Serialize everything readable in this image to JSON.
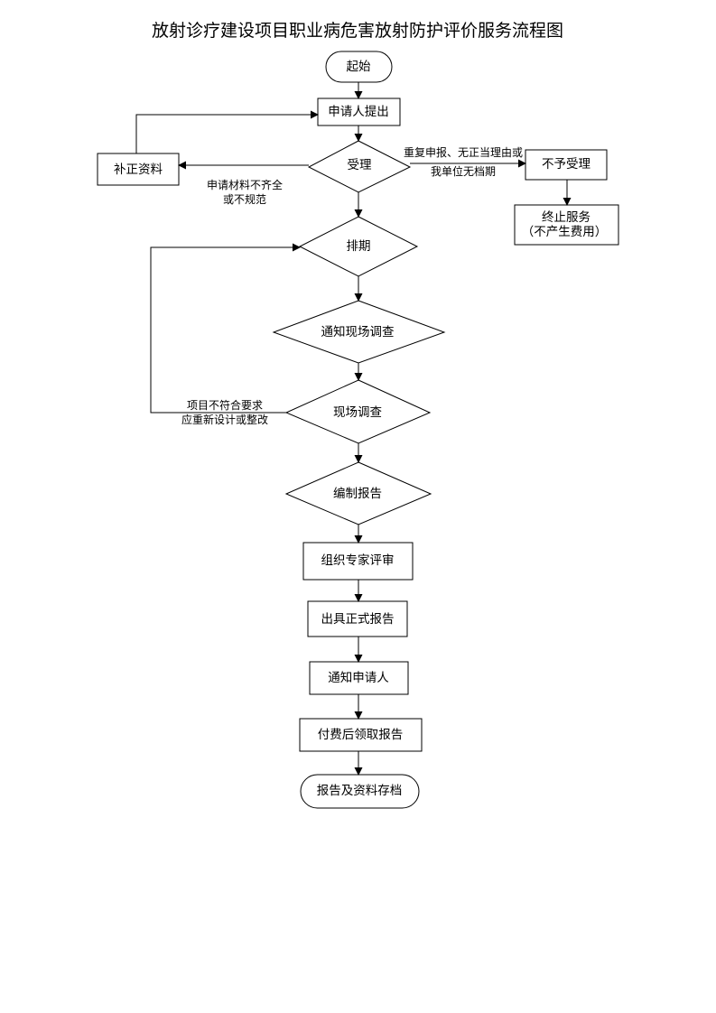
{
  "title": "放射诊疗建设项目职业病危害放射防护评价服务流程图",
  "nodes": {
    "start": "起始",
    "apply": "申请人提出",
    "accept": "受理",
    "supplement": "补正资料",
    "reject": "不予受理",
    "terminate_1": "终止服务",
    "terminate_2": "（不产生费用）",
    "schedule": "排期",
    "notify_survey": "通知现场调查",
    "survey": "现场调查",
    "compile": "编制报告",
    "expert_review": "组织专家评审",
    "formal_report": "出具正式报告",
    "notify_applicant": "通知申请人",
    "pay_collect": "付费后领取报告",
    "archive": "报告及资料存档"
  },
  "edge_labels": {
    "incomplete_1": "申请材料不齐全",
    "incomplete_2": "或不规范",
    "repeat_1": "重复申报、无正当理由或",
    "repeat_2": "我单位无档期",
    "redesign_1": "项目不符合要求",
    "redesign_2": "应重新设计或整改"
  }
}
